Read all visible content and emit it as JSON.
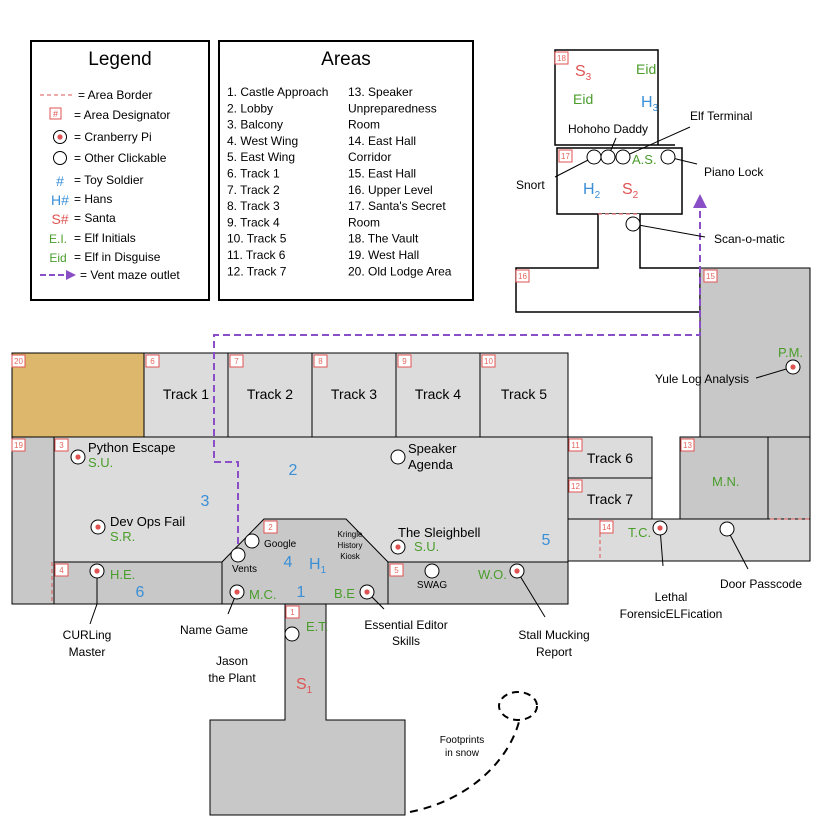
{
  "legend": {
    "title": "Legend",
    "items": [
      {
        "symbol": "area-border",
        "label": "= Area Border"
      },
      {
        "symbol": "area-designator",
        "glyph": "#",
        "label": "= Area Designator"
      },
      {
        "symbol": "cranberry-pi",
        "label": "= Cranberry Pi"
      },
      {
        "symbol": "other-clickable",
        "label": "= Other Clickable"
      },
      {
        "symbol": "toy-soldier",
        "glyph": "#",
        "label": "= Toy Soldier"
      },
      {
        "symbol": "hans",
        "glyph": "H#",
        "label": "= Hans"
      },
      {
        "symbol": "santa",
        "glyph": "S#",
        "label": "= Santa"
      },
      {
        "symbol": "elf-initials",
        "glyph": "E.I.",
        "label": "= Elf Initials"
      },
      {
        "symbol": "elf-disguise",
        "glyph": "Eid",
        "label": "= Elf in Disguise"
      },
      {
        "symbol": "vent-outlet",
        "label": "= Vent maze outlet"
      }
    ]
  },
  "areas_box": {
    "title": "Areas",
    "col1": [
      "1.  Castle Approach",
      "2.  Lobby",
      "3.  Balcony",
      "4.  West Wing",
      "5.  East Wing",
      "6.  Track 1",
      "7.  Track 2",
      "8.  Track 3",
      "9.  Track 4",
      "10.  Track 5",
      "11.  Track 6",
      "12.  Track 7"
    ],
    "col2": [
      "13.  Speaker",
      "       Unpreparedness",
      "       Room",
      "14.  East Hall",
      "       Corridor",
      "15.  East Hall",
      "16.  Upper Level",
      "17.  Santa's Secret",
      "       Room",
      "18.  The Vault",
      "19.  West Hall",
      "20.  Old Lodge Area"
    ]
  },
  "rooms": {
    "track1": "Track 1",
    "track2": "Track 2",
    "track3": "Track 3",
    "track4": "Track 4",
    "track5": "Track 5",
    "track6": "Track 6",
    "track7": "Track 7"
  },
  "designators": {
    "d1": "1",
    "d2": "2",
    "d3": "3",
    "d4": "4",
    "d5": "5",
    "d6": "6",
    "d7": "7",
    "d8": "8",
    "d9": "9",
    "d10": "10",
    "d11": "11",
    "d12": "12",
    "d13": "13",
    "d14": "14",
    "d15": "15",
    "d16": "16",
    "d17": "17",
    "d18": "18",
    "d19": "19",
    "d20": "20"
  },
  "area_numbers": {
    "n1": "1",
    "n2": "2",
    "n3": "3",
    "n4": "4",
    "n5": "5",
    "n6": "6"
  },
  "characters": {
    "s1": "S",
    "s1sub": "1",
    "s2": "S",
    "s2sub": "2",
    "s3": "S",
    "s3sub": "3",
    "h1": "H",
    "h1sub": "1",
    "h2": "H",
    "h2sub": "2",
    "h3": "H",
    "h3sub": "3",
    "eid1": "Eid",
    "eid2": "Eid"
  },
  "elf_initials": {
    "su1": "S.U.",
    "sr": "S.R.",
    "he": "H.E.",
    "mc": "M.C.",
    "et": "E.T.",
    "be": "B.E",
    "su2": "S.U.",
    "wo": "W.O.",
    "tc": "T.C.",
    "mn": "M.N.",
    "pm": "P.M.",
    "as": "A.S."
  },
  "labels": {
    "python_escape": "Python Escape",
    "speaker_agenda_1": "Speaker",
    "speaker_agenda_2": "Agenda",
    "dev_ops_fail": "Dev Ops Fail",
    "google": "Google",
    "kiosk_1": "Kringle",
    "kiosk_2": "History",
    "kiosk_3": "Kiosk",
    "sleighbell": "The Sleighbell",
    "vents": "Vents",
    "swag": "SWAG",
    "curling_1": "CURLing",
    "curling_2": "Master",
    "name_game": "Name Game",
    "jason_1": "Jason",
    "jason_2": "the Plant",
    "essential_1": "Essential Editor",
    "essential_2": "Skills",
    "stall_1": "Stall Mucking",
    "stall_2": "Report",
    "lethal_1": "Lethal",
    "lethal_2": "ForensicELFication",
    "door_passcode": "Door Passcode",
    "yule_log": "Yule Log Analysis",
    "scan": "Scan-o-matic",
    "snort": "Snort",
    "hohoho": "Hohoho Daddy",
    "elf_terminal": "Elf Terminal",
    "piano_lock": "Piano Lock",
    "footprints_1": "Footprints",
    "footprints_2": "in snow"
  },
  "colors": {
    "room_fill": "#dcdcdc",
    "corridor_fill": "#c8c8c8",
    "old_lodge": "#dcb76c",
    "vent": "#8a4fc6",
    "border": "#e05353",
    "green": "#4a9d2b",
    "blue": "#3b8fd6",
    "red": "#e05353"
  }
}
